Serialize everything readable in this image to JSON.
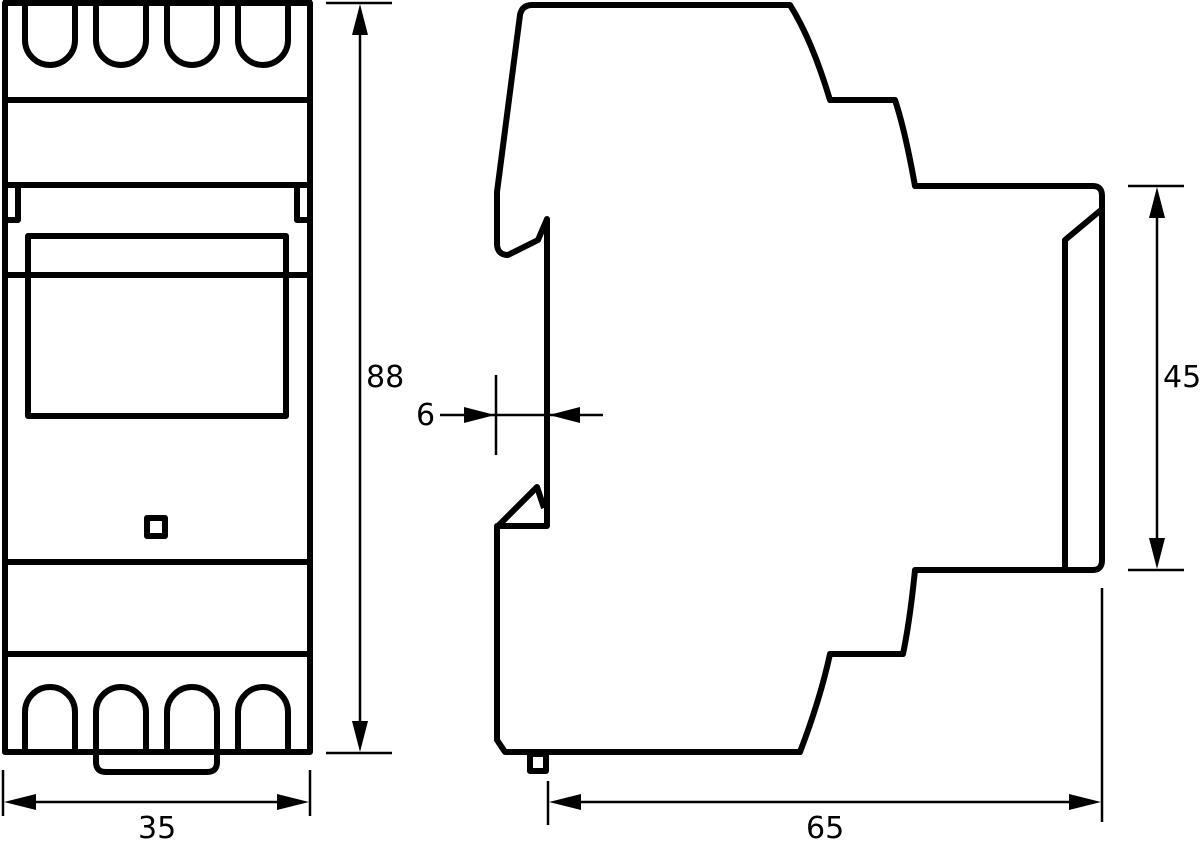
{
  "drawing": {
    "type": "dimensional-drawing",
    "subject": "DIN-rail modular device",
    "units": "mm",
    "line_color": "#000000",
    "background": "#ffffff",
    "front_view": {
      "terminal_count_top": 4,
      "terminal_count_bottom": 4
    },
    "side_view": {}
  },
  "dimensions": {
    "height": "88",
    "width": "35",
    "depth": "65",
    "front_height": "45",
    "rail_offset": "6"
  }
}
